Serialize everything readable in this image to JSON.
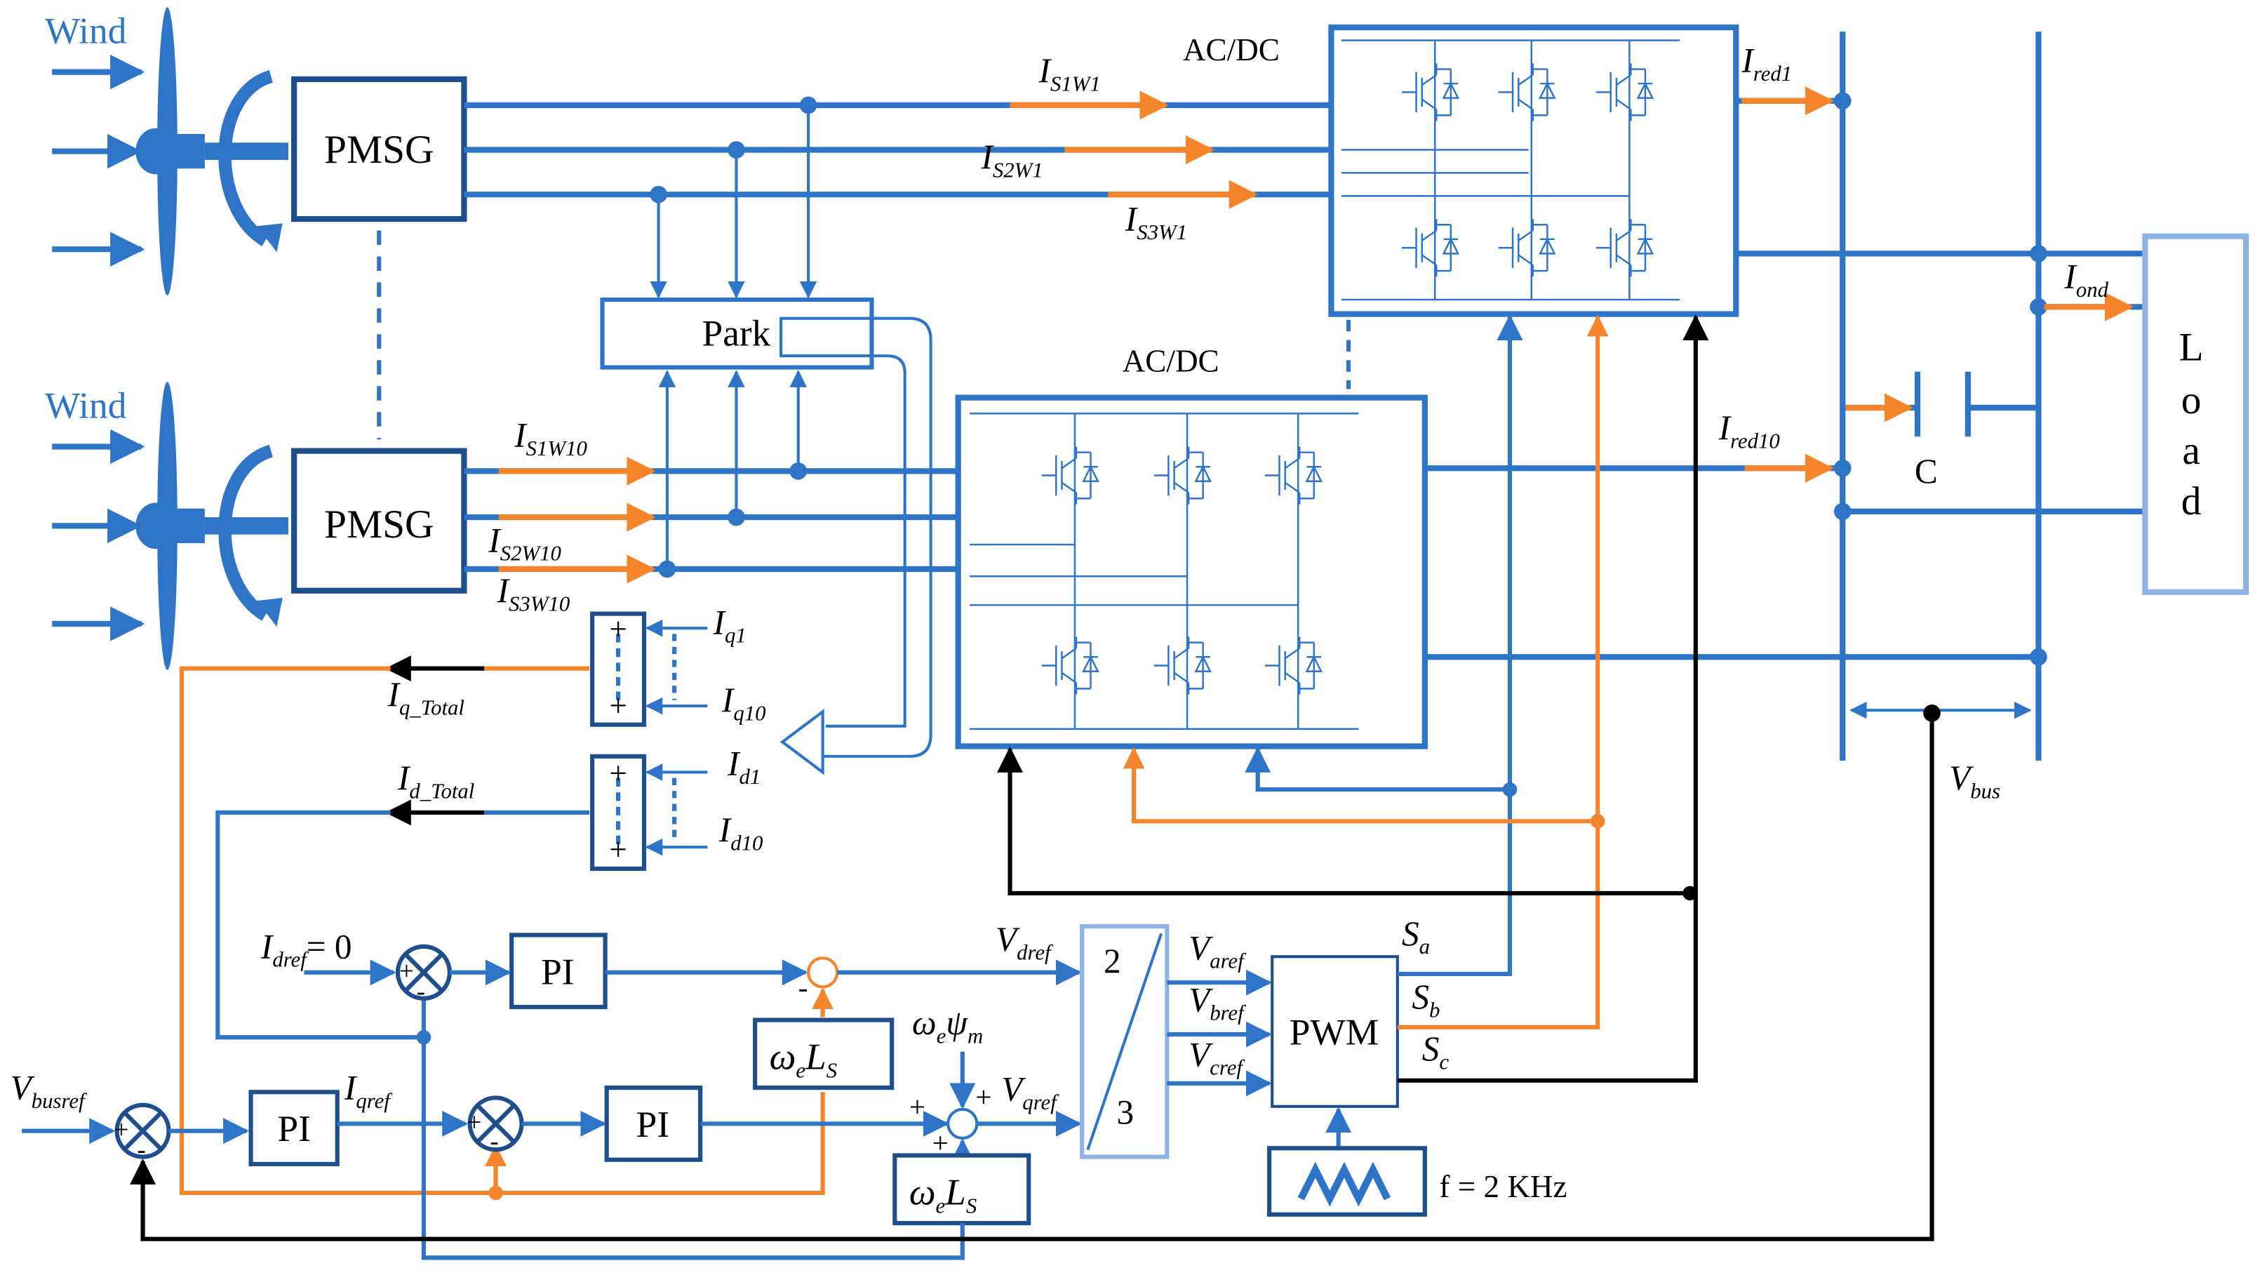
{
  "labels": {
    "wind_top": "Wind",
    "wind_bottom": "Wind",
    "pmsg_top": "PMSG",
    "pmsg_bottom": "PMSG",
    "park": "Park",
    "acdc_top": "AC/DC",
    "acdc_bottom": "AC/DC",
    "load_letters": [
      "L",
      "o",
      "a",
      "d"
    ],
    "capacitor": "C",
    "pi_d": "PI",
    "pi_q": "PI",
    "pi_bus": "PI",
    "pwm": "PWM",
    "transform_2": "2",
    "transform_3": "3",
    "freq": "f = 2 KHz",
    "idref_eq": "= 0",
    "sum_plus": "+",
    "sum_minus": "-"
  },
  "currents": {
    "is1w1": {
      "base": "I",
      "sub": "S1W1"
    },
    "is2w1": {
      "base": "I",
      "sub": "S2W1"
    },
    "is3w1": {
      "base": "I",
      "sub": "S3W1"
    },
    "is1w10": {
      "base": "I",
      "sub": "S1W10"
    },
    "is2w10": {
      "base": "I",
      "sub": "S2W10"
    },
    "is3w10": {
      "base": "I",
      "sub": "S3W10"
    },
    "ired1": {
      "base": "I",
      "sub": "red1"
    },
    "ired10": {
      "base": "I",
      "sub": "red10"
    },
    "iond": {
      "base": "I",
      "sub": "ond"
    },
    "iq1": {
      "base": "I",
      "sub": "q1"
    },
    "iq10": {
      "base": "I",
      "sub": "q10"
    },
    "id1": {
      "base": "I",
      "sub": "d1"
    },
    "id10": {
      "base": "I",
      "sub": "d10"
    },
    "iq_total": {
      "base": "I",
      "sub": "q_Total"
    },
    "id_total": {
      "base": "I",
      "sub": "d_Total"
    },
    "idref": {
      "base": "I",
      "sub": "dref"
    },
    "iqref": {
      "base": "I",
      "sub": "qref"
    }
  },
  "voltages": {
    "vdref": {
      "base": "V",
      "sub": "dref"
    },
    "vqref": {
      "base": "V",
      "sub": "qref"
    },
    "varef": {
      "base": "V",
      "sub": "aref"
    },
    "vbref": {
      "base": "V",
      "sub": "bref"
    },
    "vcref": {
      "base": "V",
      "sub": "cref"
    },
    "vbus": {
      "base": "V",
      "sub": "bus"
    },
    "vbusref": {
      "base": "V",
      "sub": "busref"
    }
  },
  "switches": {
    "sa": {
      "base": "S",
      "sub": "a"
    },
    "sb": {
      "base": "S",
      "sub": "b"
    },
    "sc": {
      "base": "S",
      "sub": "c"
    }
  },
  "feedforward": {
    "weLs_top": {
      "w": "ω",
      "wsub": "e",
      "L": "L",
      "Lsub": "S"
    },
    "weLs_bottom": {
      "w": "ω",
      "wsub": "e",
      "L": "L",
      "Lsub": "S"
    },
    "wepsi": {
      "w": "ω",
      "wsub": "e",
      "psi": "ψ",
      "psisub": "m"
    }
  },
  "colors": {
    "blue": "#2e75c8",
    "dark_blue": "#1f4e8c",
    "orange": "#f5852a",
    "light_blue": "#8fb4e3",
    "black": "#000000"
  }
}
